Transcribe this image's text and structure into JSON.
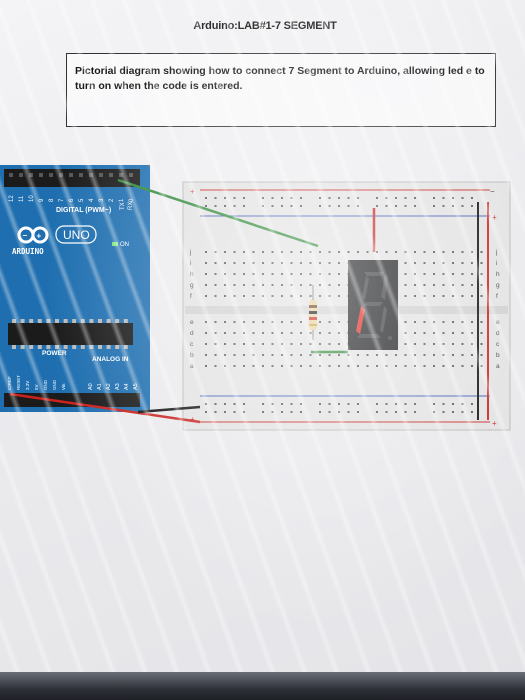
{
  "page": {
    "title": "Arduino:LAB#1-7 SEGMENT",
    "caption": "Pictorial diagram showing how to connect 7 Segment to Arduino, allowing led e to turn on when the code is entered."
  },
  "arduino": {
    "digital_label": "DIGITAL (PWM~)",
    "brand": "UNO",
    "name": "ARDUINO",
    "on_label": "ON",
    "power_label": "POWER",
    "analog_label": "ANALOG IN",
    "tx_label": "TX",
    "rx_label": "RX",
    "digital_pins": [
      "12",
      "11",
      "10",
      "9",
      "8",
      "7",
      "6",
      "5",
      "4",
      "3",
      "2",
      "1",
      "0"
    ],
    "power_pins": [
      "IOREF",
      "RESET",
      "3.3V",
      "5V",
      "GND",
      "GND",
      "Vin"
    ],
    "analog_pins": [
      "A0",
      "A1",
      "A2",
      "A3",
      "A4",
      "A5"
    ]
  },
  "breadboard": {
    "row_letters_left": [
      "j",
      "i",
      "h",
      "g",
      "f",
      "e",
      "d",
      "c",
      "b",
      "a"
    ],
    "row_letters_right": [
      "j",
      "i",
      "h",
      "g",
      "f",
      "e",
      "d",
      "c",
      "b",
      "a"
    ]
  },
  "colors": {
    "board": "#1f6fb0",
    "breadboard": "#e3e3e3",
    "wire_green": "#2f8a3a",
    "wire_red": "#c8231f",
    "wire_black": "#111111",
    "segment_on": "#e0261f",
    "segment_body": "#1c1d20"
  }
}
